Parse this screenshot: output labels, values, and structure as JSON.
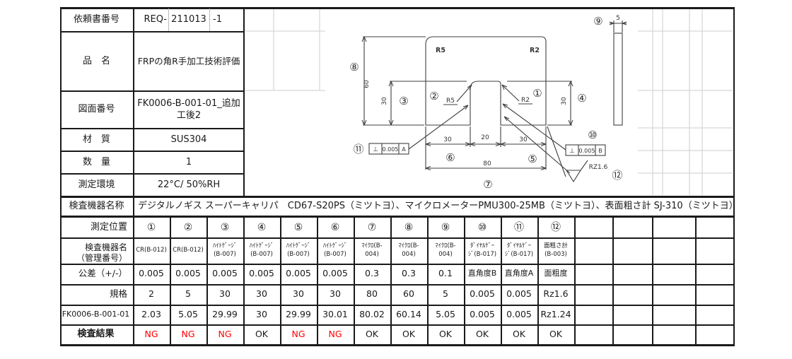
{
  "info_table": {
    "rows": [
      {
        "label": "依頼書番号"
      },
      {
        "label": "品　名",
        "value": "FRPの角R手加工技術評価"
      },
      {
        "label": "図面番号",
        "value": "FK0006-B-001-01_追加工後2"
      },
      {
        "label": "材　質",
        "value": "SUS304"
      },
      {
        "label": "数　量",
        "value": "1"
      },
      {
        "label": "測定環境",
        "value": "22°C/ 50%RH"
      }
    ],
    "request_no": {
      "prefix": "REQ-",
      "number": "211013",
      "suffix": "-1"
    }
  },
  "equipment": {
    "label": "検査機器名称",
    "value": "デジタルノギス スーパーキャリパ　CD67-S20PS（ミツトヨ）、マイクロメーターPMU300-25MB（ミツトヨ）、表面粗さ計 SJ-310（ミツトヨ）"
  },
  "results_table": {
    "row_labels": {
      "position": "測定位置",
      "device_line1": "検査機器名",
      "device_line2": "（管理番号）",
      "tolerance": "公差（+/-）",
      "spec": "規格",
      "measured": "FK0006-B-001-01",
      "result": "検査結果"
    },
    "positions": [
      "①",
      "②",
      "③",
      "④",
      "⑤",
      "⑥",
      "⑦",
      "⑧",
      "⑨",
      "⑩",
      "⑪",
      "⑫"
    ],
    "devices": [
      [
        "CR(B-012)"
      ],
      [
        "CR(B-012)"
      ],
      [
        "ﾊｲﾄｹﾞｰｼﾞ",
        "(B-007)"
      ],
      [
        "ﾊｲﾄｹﾞｰｼﾞ",
        "(B-007)"
      ],
      [
        "ﾊｲﾄｹﾞｰｼﾞ",
        "(B-007)"
      ],
      [
        "ﾊｲﾄｹﾞｰｼﾞ",
        "(B-007)"
      ],
      [
        "ﾏｲｸﾛ(B-",
        "004)"
      ],
      [
        "ﾏｲｸﾛ(B-",
        "004)"
      ],
      [
        "ﾏｲｸﾛ(B-",
        "004)"
      ],
      [
        "ﾀﾞｲﾔﾙｹﾞｰ",
        "ｼﾞ(B-017)"
      ],
      [
        "ﾀﾞｲﾔﾙｹﾞｰ",
        "ｼﾞ(B-017)"
      ],
      [
        "面粗さ計",
        "(B-003)"
      ]
    ],
    "tolerances": [
      "0.005",
      "0.005",
      "0.005",
      "0.005",
      "0.005",
      "0.005",
      "0.3",
      "0.3",
      "0.1",
      "直角度B",
      "直角度A",
      "面粗度"
    ],
    "specs": [
      "2",
      "5",
      "30",
      "30",
      "30",
      "30",
      "80",
      "60",
      "5",
      "0.005",
      "0.005",
      "Rz1.6"
    ],
    "measured": [
      "2.03",
      "5.05",
      "29.99",
      "30",
      "29.99",
      "30.01",
      "80.02",
      "60.14",
      "5.05",
      "0.005",
      "0.005",
      "Rz1.24"
    ],
    "results": [
      "NG",
      "NG",
      "NG",
      "OK",
      "NG",
      "NG",
      "OK",
      "OK",
      "OK",
      "OK",
      "OK",
      "OK"
    ],
    "ng_color": "#ff0000",
    "empty_trailing_columns": 4
  },
  "drawing": {
    "callouts": {
      "c1": "①",
      "c2": "②",
      "c3": "③",
      "c4": "④",
      "c5": "⑤",
      "c6": "⑥",
      "c7": "⑦",
      "c8": "⑧",
      "c9": "⑨",
      "c10": "⑩",
      "c11": "⑪",
      "c12": "⑫"
    },
    "corner_radius_top_left": "R5",
    "corner_radius_top_right": "R2",
    "notch_radius_left": "R5",
    "notch_radius_right": "R2",
    "dim_height": "60",
    "dim_step_left": "30",
    "dim_step_right": "30",
    "dim_bottom_left": "30",
    "dim_bottom_mid": "20",
    "dim_bottom_right": "30",
    "dim_overall": "80",
    "dim_thickness": "5",
    "frame_left": {
      "sym": "⊥",
      "val": "0.005",
      "datum": "A"
    },
    "frame_right": {
      "sym": "⊥",
      "val": "0.005",
      "datum": "B"
    },
    "surface": "RZ1.6"
  }
}
